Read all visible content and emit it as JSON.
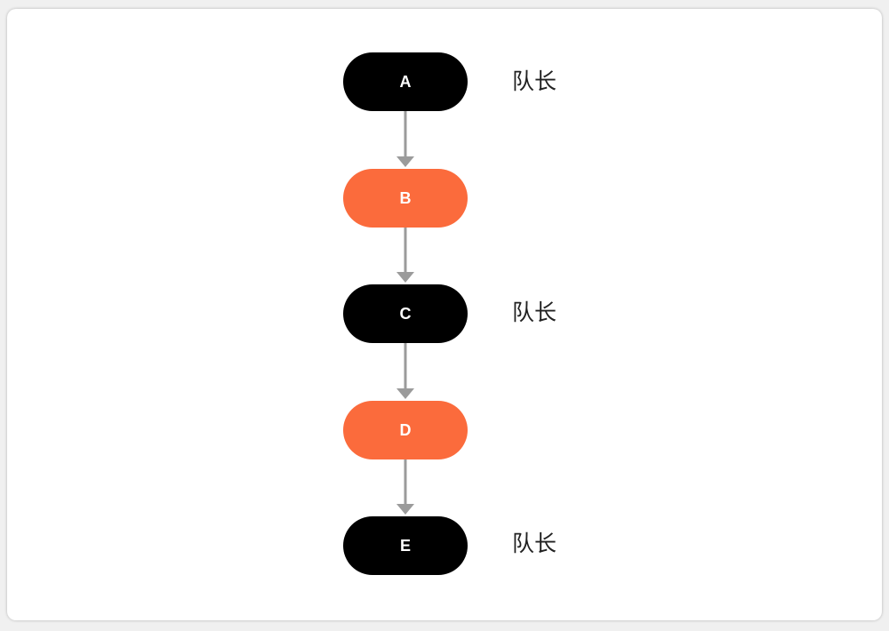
{
  "colors": {
    "leader": "#000000",
    "member": "#fb6b3c",
    "arrow": "#9b9b9b",
    "node_text": "#ffffff"
  },
  "nodes": [
    {
      "id": "A",
      "label": "A",
      "kind": "leader"
    },
    {
      "id": "B",
      "label": "B",
      "kind": "member"
    },
    {
      "id": "C",
      "label": "C",
      "kind": "leader"
    },
    {
      "id": "D",
      "label": "D",
      "kind": "member"
    },
    {
      "id": "E",
      "label": "E",
      "kind": "leader"
    }
  ],
  "roles": [
    {
      "node": "A",
      "text": "队长"
    },
    {
      "node": "C",
      "text": "队长"
    },
    {
      "node": "E",
      "text": "队长"
    }
  ],
  "edges": [
    {
      "from": "A",
      "to": "B"
    },
    {
      "from": "B",
      "to": "C"
    },
    {
      "from": "C",
      "to": "D"
    },
    {
      "from": "D",
      "to": "E"
    }
  ]
}
